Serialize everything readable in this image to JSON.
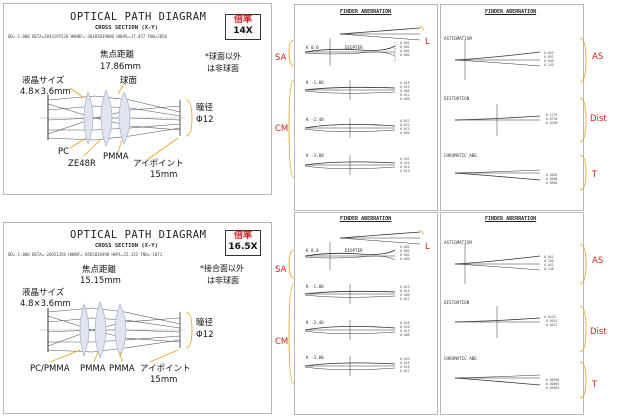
{
  "top": {
    "title": "OPTICAL PATH DIAGRAM",
    "cross_section": "CROSS SECTION (X-Y)",
    "params": "OD=-1.000  BETA=2843195528  HHHBF=-36405839000  HHHPL=17.057  FNO=2058",
    "magnification_label": "倍率",
    "magnification_value": "14X",
    "focal_length": "焦点距離",
    "focal_value": "17.86mm",
    "lcd_size": "液晶サイズ",
    "lcd_value": "4.8×3.6mm",
    "sphere": "球面",
    "aspheric_note_1": "*球面以外",
    "aspheric_note_2": "は非球面",
    "pupil": "瞳径",
    "pupil_value": "Φ12",
    "mat_pc": "PC",
    "mat_ze48r": "ZE48R",
    "mat_pmma": "PMMA",
    "eyepoint": "アイポイント",
    "eyepoint_value": "15mm"
  },
  "bottom": {
    "title": "OPTICAL PATH DIAGRAM",
    "cross_section": "CROSS SECTION (X-Y)",
    "params": "OD=-1.000  BETA=-26651358  HHHBF=-8565838498  HHPL=15.152  FNO=-1071",
    "magnification_label": "倍率",
    "magnification_value": "16.5X",
    "focal_length": "焦点距離",
    "focal_value": "15.15mm",
    "lcd_size": "液晶サイズ",
    "lcd_value": "4.8×3.6mm",
    "aspheric_note_1": "*接合面以外",
    "aspheric_note_2": "は非球面",
    "pupil": "瞳径",
    "pupil_value": "Φ12",
    "mat_pc_pmma": "PC/PMMA",
    "mat_pmma_1": "PMMA",
    "mat_pmma_2": "PMMA",
    "eyepoint": "アイポイント",
    "eyepoint_value": "15mm"
  },
  "aberration": {
    "finder_title": "FINDER ABERRATION",
    "sa_label": "SA",
    "cm_label": "CM",
    "l_label": "L",
    "as_label": "AS",
    "dist_label": "Dist",
    "t_label": "T",
    "astigmatism": "ASTIGMATISM",
    "distortion": "DISTORTION",
    "chromatic": "CHROMATIC ABE.",
    "top_line_sa": "K   0.0",
    "top_line_cm1": "K  -1.00",
    "top_line_cm2": "K  -2.40",
    "top_line_cm3": "K  -3.00",
    "dioptr": "DIOPTER",
    "bottom_line_sa": "K   0.0"
  },
  "colors": {
    "accent_red": "#cc2222",
    "bracket_orange": "#e8a020",
    "lens_blue": "#9aa9c8"
  }
}
